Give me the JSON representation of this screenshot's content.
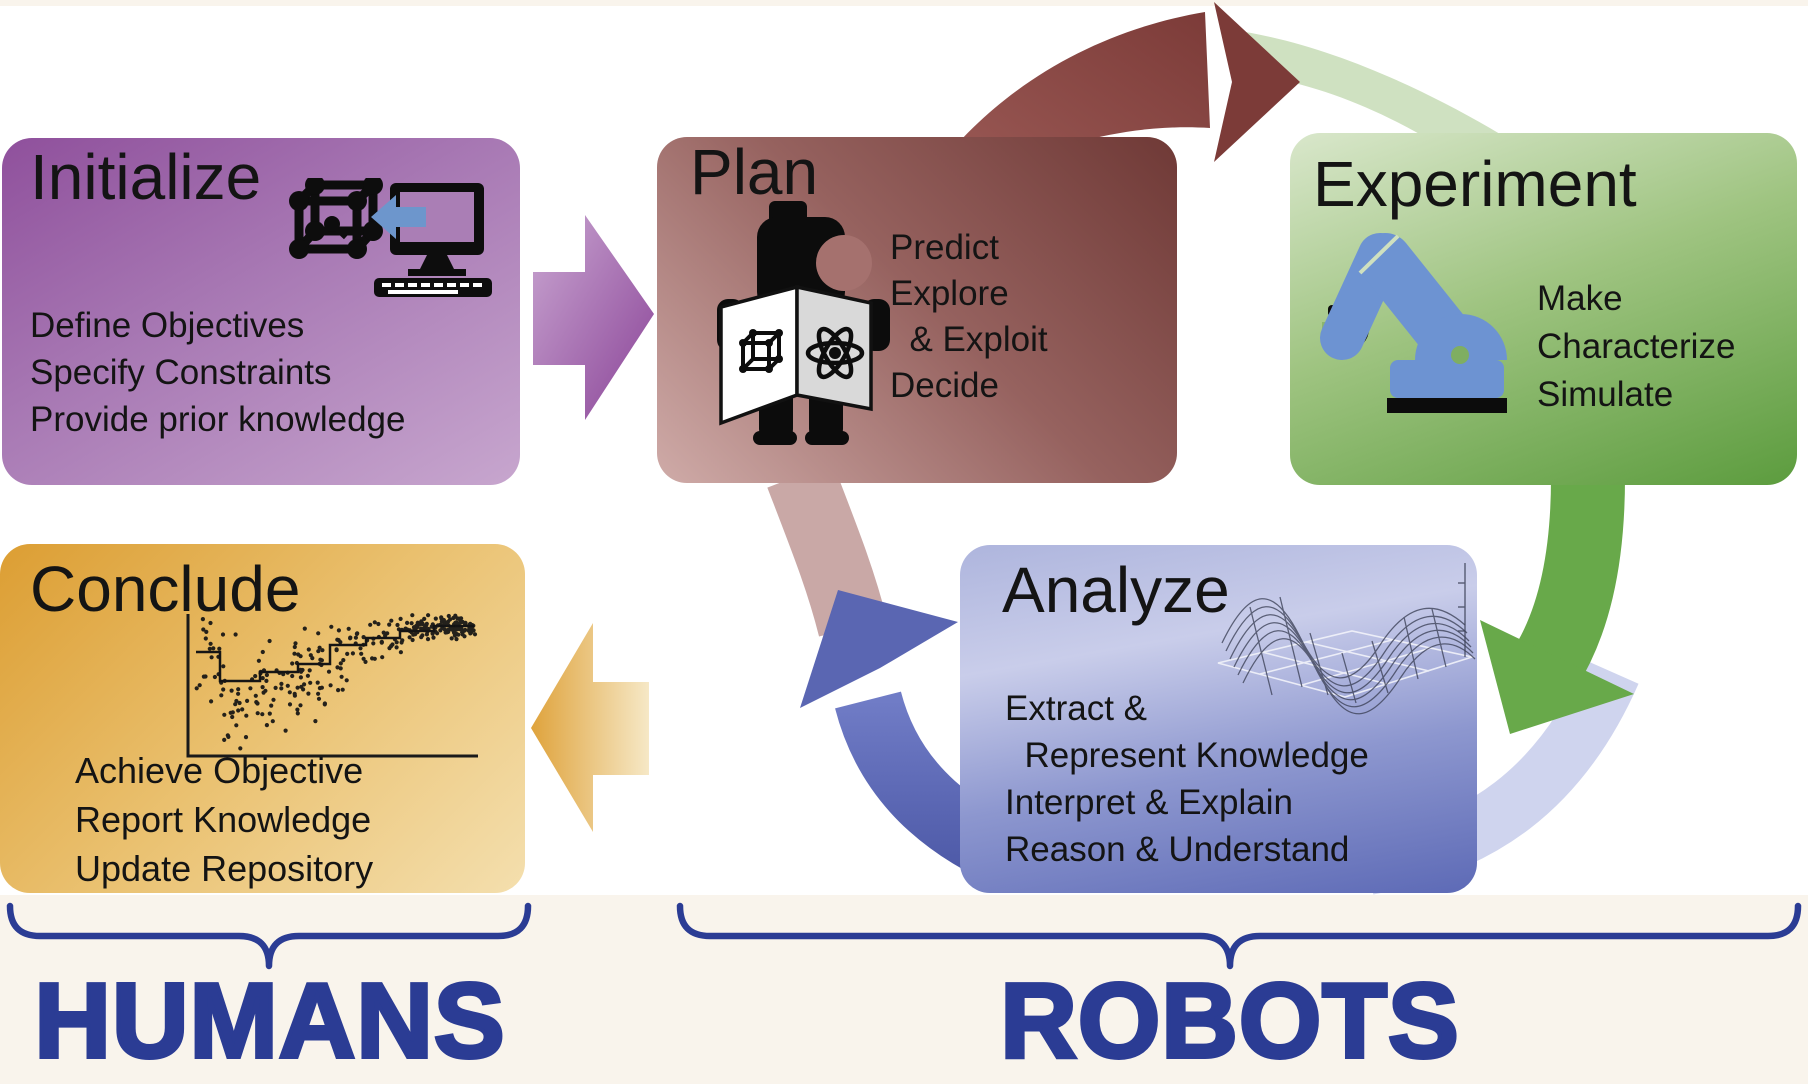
{
  "boxes": {
    "initialize": {
      "title": "Initialize",
      "lines": [
        "Define Objectives",
        "Specify Constraints",
        "Provide prior knowledge"
      ],
      "icon": "molecule-to-computer-icon"
    },
    "plan": {
      "title": "Plan",
      "lines": [
        "Predict",
        "Explore",
        "  & Exploit",
        "Decide"
      ],
      "icon": "robot-reading-book-icon"
    },
    "experiment": {
      "title": "Experiment",
      "lines": [
        "Make",
        "Characterize",
        "Simulate"
      ],
      "icon": "robot-arm-icon"
    },
    "analyze": {
      "title": "Analyze",
      "lines": [
        "Extract &",
        "  Represent Knowledge",
        "Interpret & Explain",
        "Reason & Understand"
      ],
      "icon": "surface-plot-icon"
    },
    "conclude": {
      "title": "Conclude",
      "lines": [
        "Achieve Objective",
        "Report Knowledge",
        "Update Repository"
      ],
      "icon": "scatter-plot-icon"
    }
  },
  "groups": {
    "humans": "HUMANS",
    "robots": "ROBOTS"
  },
  "colors": {
    "group_label_blue": "#2b3c94",
    "cream_band": "#f9f4ec",
    "maroon_arc": "#7c3b38",
    "pale_green_arc": "#cfe1c1",
    "green_arrow": "#68a94a",
    "pale_lavender_arc": "#cfd4ee",
    "mauve_arc": "#c9a8a6",
    "blue_arrow": "#5a66b2",
    "purple_arrow": "#8a4397",
    "orange_arrow": "#dfa33c",
    "robot_arm_blue": "#6d93d2",
    "initialize_purple": "#8f509c",
    "plan_maroon": "#6f3936",
    "experiment_green": "#5c9c3e",
    "analyze_periwinkle": "#5d6ab6",
    "conclude_gold": "#dc9e33"
  }
}
